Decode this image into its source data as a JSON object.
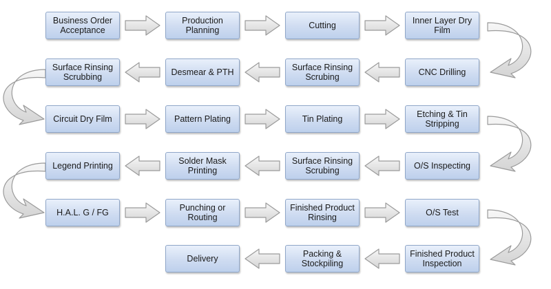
{
  "steps": [
    {
      "id": "business-order-acceptance",
      "label": "Business Order Acceptance"
    },
    {
      "id": "production-planning",
      "label": "Production Planning"
    },
    {
      "id": "cutting",
      "label": "Cutting"
    },
    {
      "id": "inner-layer-dry-film",
      "label": "Inner Layer Dry Film"
    },
    {
      "id": "cnc-drilling",
      "label": "CNC Drilling"
    },
    {
      "id": "surface-rinsing-scrubing-1",
      "label": "Surface Rinsing Scrubing"
    },
    {
      "id": "desmear-pth",
      "label": "Desmear & PTH"
    },
    {
      "id": "surface-rinsing-scrubbing",
      "label": "Surface Rinsing Scrubbing"
    },
    {
      "id": "circuit-dry-film",
      "label": "Circuit Dry Film"
    },
    {
      "id": "pattern-plating",
      "label": "Pattern Plating"
    },
    {
      "id": "tin-plating",
      "label": "Tin Plating"
    },
    {
      "id": "etching-tin-stripping",
      "label": "Etching & Tin Stripping"
    },
    {
      "id": "os-inspecting",
      "label": "O/S Inspecting"
    },
    {
      "id": "surface-rinsing-scrubing-2",
      "label": "Surface Rinsing Scrubing"
    },
    {
      "id": "solder-mask-printing",
      "label": "Solder Mask Printing"
    },
    {
      "id": "legend-printing",
      "label": "Legend Printing"
    },
    {
      "id": "hal-g-fg",
      "label": "H.A.L. G / FG"
    },
    {
      "id": "punching-or-routing",
      "label": "Punching or Routing"
    },
    {
      "id": "finished-product-rinsing",
      "label": "Finished Product Rinsing"
    },
    {
      "id": "os-test",
      "label": "O/S Test"
    },
    {
      "id": "finished-product-inspection",
      "label": "Finished Product Inspection"
    },
    {
      "id": "packing-stockpiling",
      "label": "Packing & Stockpiling"
    },
    {
      "id": "delivery",
      "label": "Delivery"
    }
  ],
  "colors": {
    "box_top": "#e9f0fb",
    "box_bottom": "#bdd0ec",
    "box_border": "#8fa6c8",
    "arrow_fill": "#e6e6e6",
    "arrow_stroke": "#9a9a9a"
  }
}
